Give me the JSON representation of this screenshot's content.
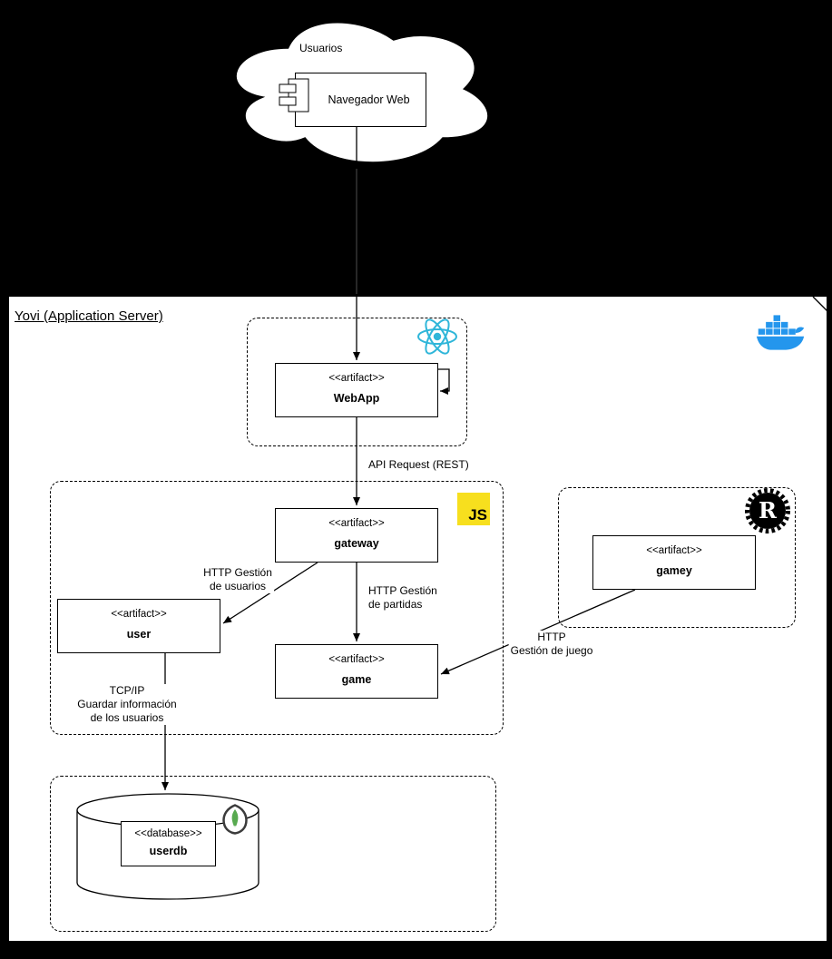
{
  "server": {
    "title": "Yovi (Application Server)"
  },
  "cloud": {
    "label": "Usuarios",
    "component": {
      "name": "Navegador Web"
    }
  },
  "artifacts": {
    "webapp": {
      "stereotype": "<<artifact>>",
      "name": "WebApp"
    },
    "gateway": {
      "stereotype": "<<artifact>>",
      "name": "gateway"
    },
    "user": {
      "stereotype": "<<artifact>>",
      "name": "user"
    },
    "game": {
      "stereotype": "<<artifact>>",
      "name": "game"
    },
    "gamey": {
      "stereotype": "<<artifact>>",
      "name": "gamey"
    },
    "userdb": {
      "stereotype": "<<database>>",
      "name": "userdb"
    }
  },
  "edges": {
    "api": {
      "label": "API Request (REST)"
    },
    "usuarios": {
      "line1": "HTTP Gestión",
      "line2": "de usuarios"
    },
    "partidas": {
      "line1": "HTTP Gestión",
      "line2": "de partidas"
    },
    "juego": {
      "line1": "HTTP",
      "line2": "Gestión de juego"
    },
    "tcp": {
      "line1": "TCP/IP",
      "line2": "Guardar información",
      "line3": "de los usuarios"
    }
  },
  "icons": {
    "react": "react-logo",
    "nodejs_js": "JS",
    "rust_letter": "R",
    "docker": "docker-whale-logo",
    "mongodb": "mongodb-leaf-logo"
  },
  "colors": {
    "page_background": "#000000",
    "react_cyan": "#2FB6D9",
    "js_yellow": "#F7DF1E",
    "docker_blue": "#2496ED",
    "mongo_green": "#58AA50",
    "lines": "#000000"
  }
}
